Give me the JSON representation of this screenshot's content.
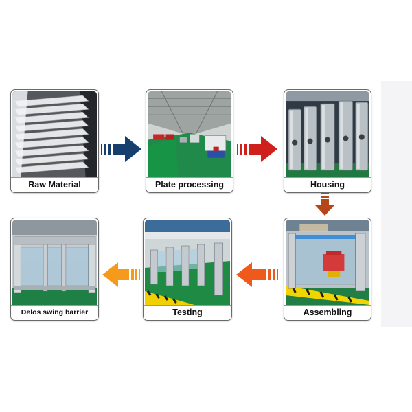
{
  "steps": [
    {
      "label": "Raw Material"
    },
    {
      "label": "Plate processing"
    },
    {
      "label": "Housing"
    },
    {
      "label": "Assembling"
    },
    {
      "label": "Testing"
    },
    {
      "label": "Delos swing barrier"
    }
  ],
  "arrows": [
    {
      "from": "Raw Material",
      "to": "Plate processing",
      "direction": "right",
      "color": "#173f6e"
    },
    {
      "from": "Plate processing",
      "to": "Housing",
      "direction": "right",
      "color": "#d0201b"
    },
    {
      "from": "Housing",
      "to": "Assembling",
      "direction": "down",
      "color": "#b5461a"
    },
    {
      "from": "Assembling",
      "to": "Testing",
      "direction": "left",
      "color": "#ef5a1c"
    },
    {
      "from": "Testing",
      "to": "Delos swing barrier",
      "direction": "left",
      "color": "#f59a1a"
    }
  ]
}
